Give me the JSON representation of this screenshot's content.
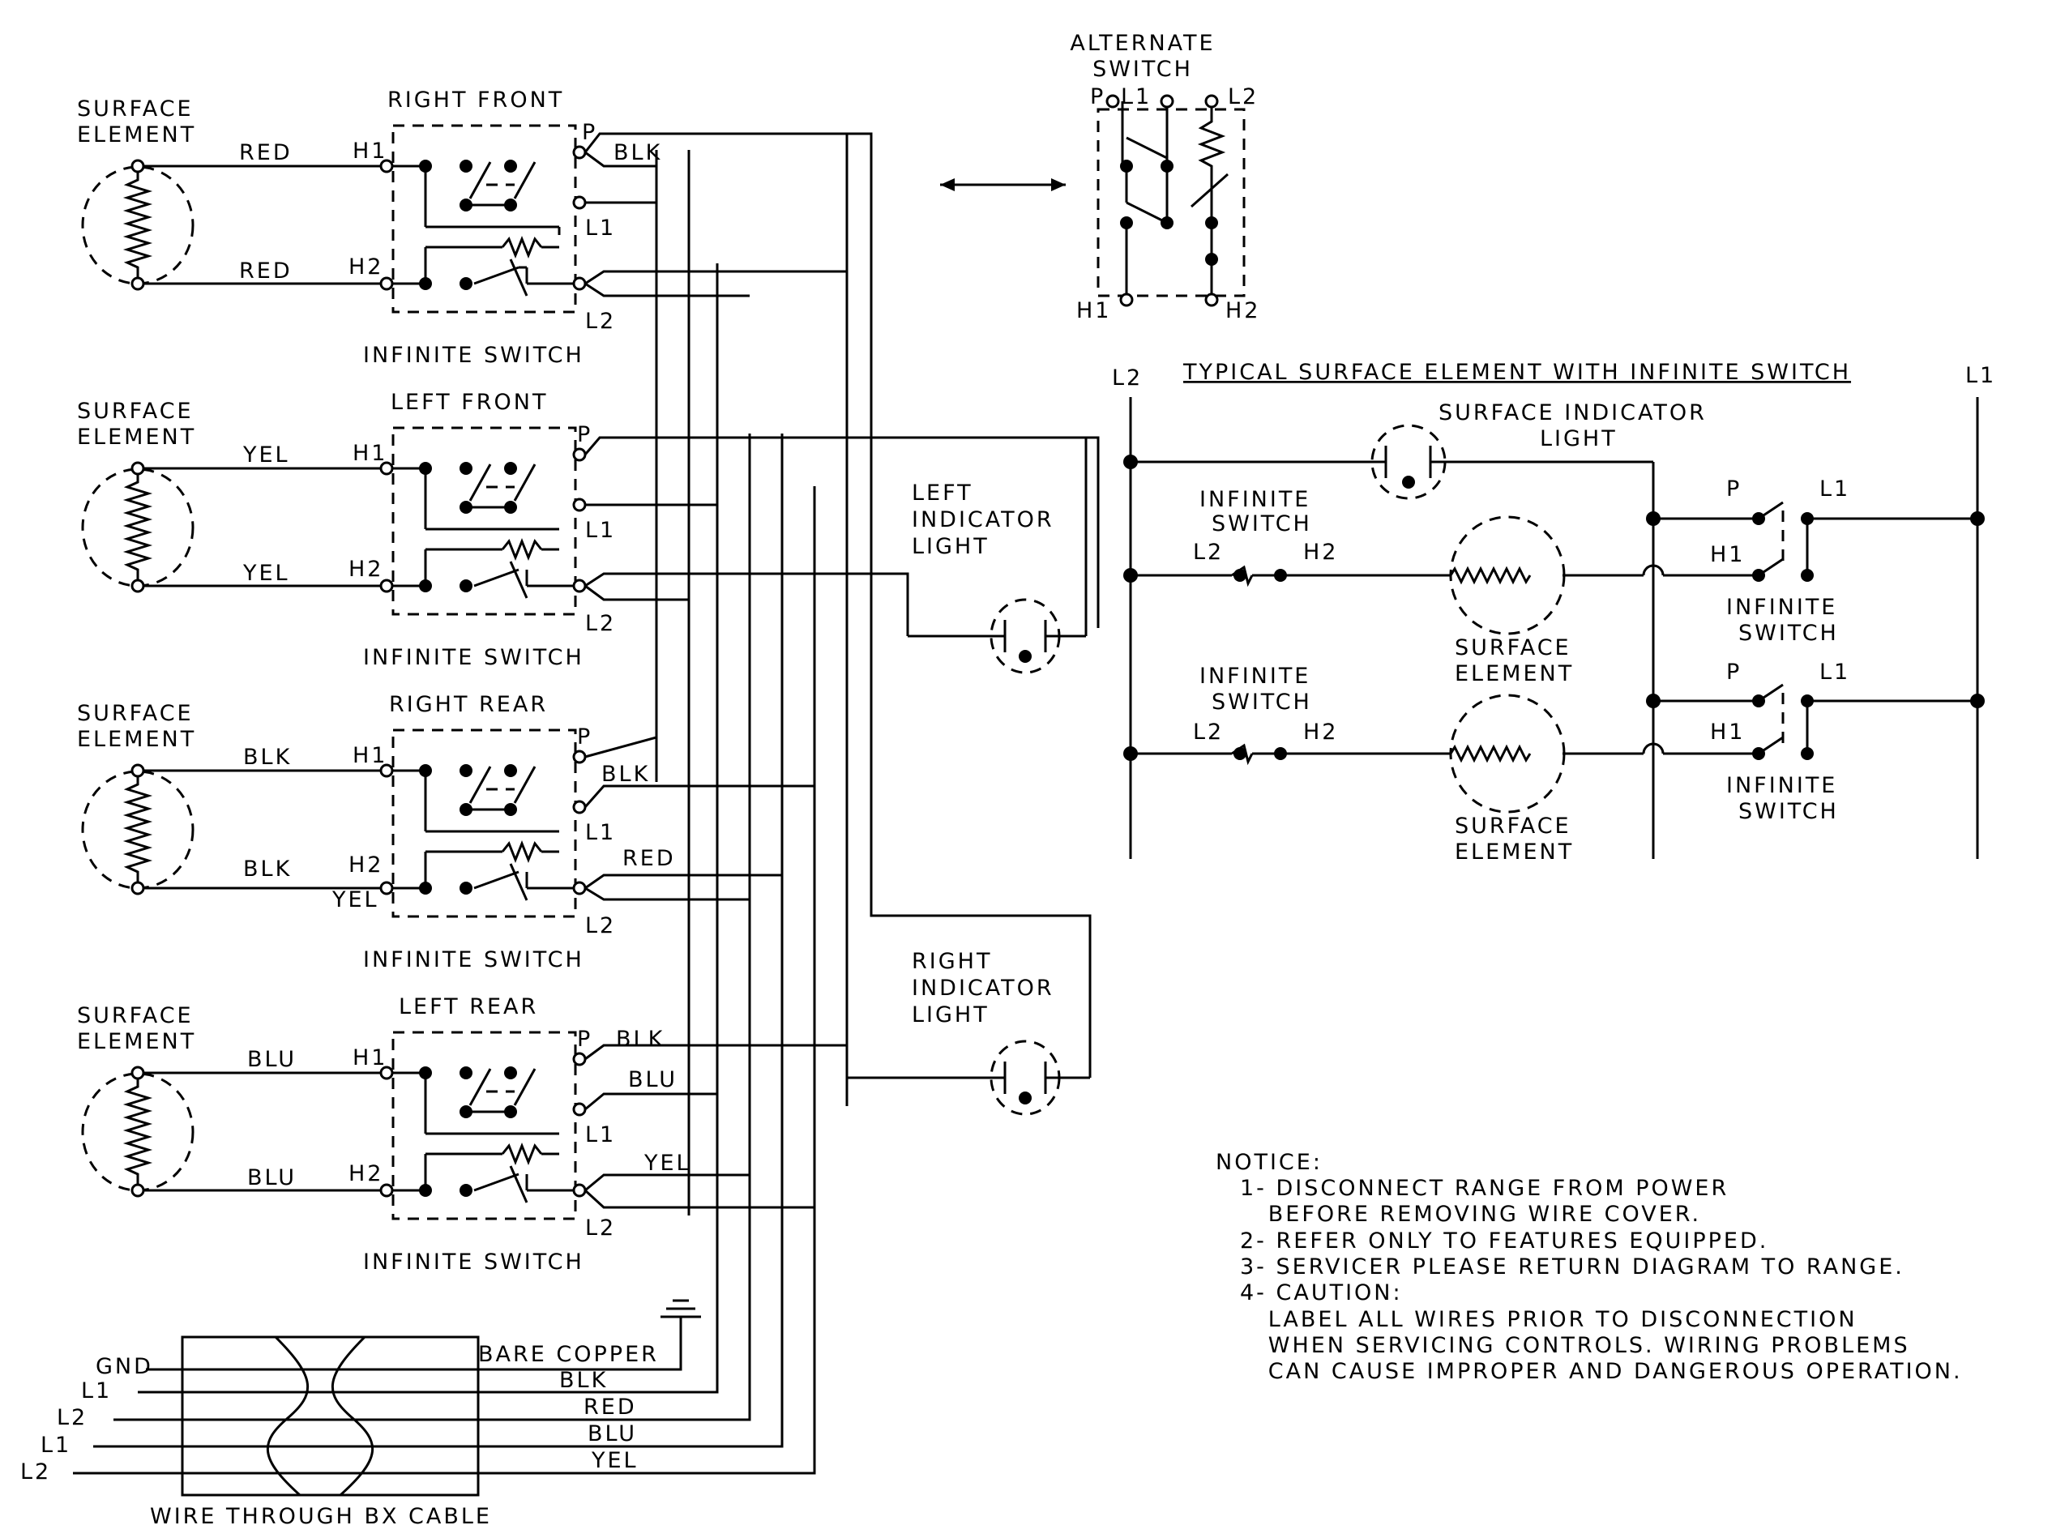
{
  "elements": {
    "surface_element": "SURFACE\nELEMENT",
    "surface_element_label": [
      "SURFACE",
      "ELEMENT"
    ],
    "infinite_switch": "INFINITE SWITCH"
  },
  "units": [
    {
      "title": "RIGHT FRONT",
      "wire_color": "RED"
    },
    {
      "title": "LEFT FRONT",
      "wire_color": "YEL"
    },
    {
      "title": "RIGHT REAR",
      "wire_color": "BLK"
    },
    {
      "title": "LEFT REAR",
      "wire_color": "BLU"
    }
  ],
  "terminals": {
    "h1": "H1",
    "h2": "H2",
    "p": "P",
    "l1": "L1",
    "l2": "L2"
  },
  "wire_labels": {
    "blk": "BLK",
    "red": "RED",
    "yel": "YEL",
    "blu": "BLU",
    "bare_copper": "BARE COPPER",
    "gnd": "GND"
  },
  "indicators": {
    "left": [
      "LEFT",
      "INDICATOR",
      "LIGHT"
    ],
    "right": [
      "RIGHT",
      "INDICATOR",
      "LIGHT"
    ]
  },
  "alternate_switch": [
    "ALTERNATE",
    "SWITCH"
  ],
  "bx_cable": {
    "caption": "WIRE THROUGH BX CABLE",
    "inputs": [
      "GND",
      "L1",
      "L2",
      "L1",
      "L2"
    ],
    "outputs": [
      "BARE COPPER",
      "BLK",
      "RED",
      "BLU",
      "YEL"
    ]
  },
  "typical": {
    "title": "TYPICAL SURFACE ELEMENT WITH INFINITE SWITCH",
    "l2": "L2",
    "l1": "L1",
    "indicator": [
      "SURFACE INDICATOR",
      "LIGHT"
    ],
    "switch_label": [
      "INFINITE",
      "SWITCH"
    ],
    "element_label": [
      "SURFACE",
      "ELEMENT"
    ]
  },
  "notice": {
    "heading": "NOTICE:",
    "lines": [
      "1- DISCONNECT RANGE FROM POWER",
      "   BEFORE REMOVING WIRE COVER.",
      "2- REFER ONLY TO FEATURES EQUIPPED.",
      "3- SERVICER PLEASE RETURN DIAGRAM TO RANGE.",
      "4- CAUTION:",
      "   LABEL ALL WIRES PRIOR TO DISCONNECTION",
      "   WHEN SERVICING CONTROLS. WIRING PROBLEMS",
      "   CAN CAUSE IMPROPER AND DANGEROUS OPERATION."
    ]
  }
}
